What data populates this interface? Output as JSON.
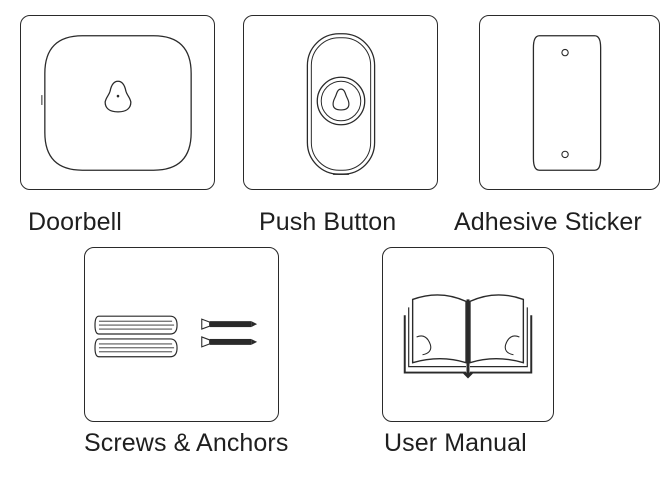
{
  "items": [
    {
      "label": "Doorbell"
    },
    {
      "label": "Push Button"
    },
    {
      "label": "Adhesive Sticker"
    },
    {
      "label": "Screws & Anchors"
    },
    {
      "label": "User Manual"
    }
  ]
}
